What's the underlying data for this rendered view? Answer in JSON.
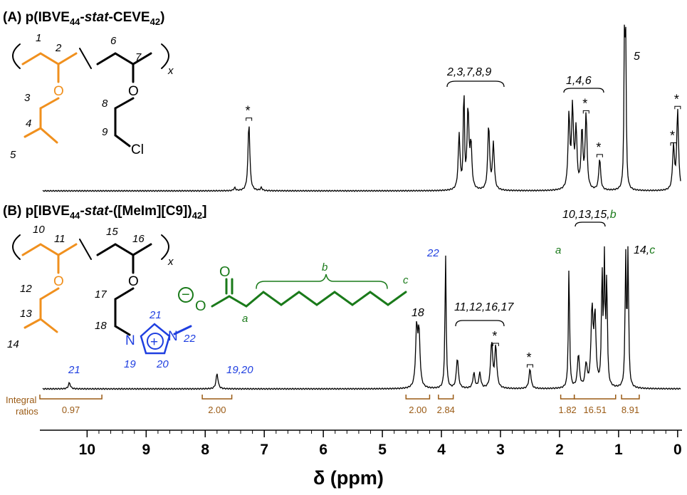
{
  "chart_data": [
    {
      "type": "line",
      "panel_title": "(A) p(IBVE44-stat-CEVE42)",
      "panel_title_parts": {
        "prefix": "(A) p(IBVE",
        "sub1": "44",
        "dash1": "-",
        "stat": "stat",
        "dash2": "-CEVE",
        "sub2": "42",
        "suffix": ")"
      },
      "structure_labels": [
        "1",
        "2",
        "3",
        "4",
        "5",
        "6",
        "7",
        "8",
        "9",
        "x"
      ],
      "atoms": {
        "o1": "O",
        "o2": "O",
        "cl": "Cl"
      },
      "peak_labels": [
        {
          "text": "2,3,7,8,9",
          "ppm": 3.4
        },
        {
          "text": "1,4,6",
          "ppm": 1.6
        },
        {
          "text": "5",
          "ppm": 0.88
        }
      ],
      "impurity_marker": "*",
      "impurity_ppm": [
        7.26,
        1.55,
        1.32,
        0.07,
        0.0
      ],
      "peaks": [
        {
          "ppm": 7.26,
          "height": 0.47
        },
        {
          "ppm": 7.5,
          "height": 0.02
        },
        {
          "ppm": 7.05,
          "height": 0.02
        },
        {
          "ppm": 3.62,
          "height": 0.72
        },
        {
          "ppm": 3.55,
          "height": 0.55
        },
        {
          "ppm": 3.7,
          "height": 0.38
        },
        {
          "ppm": 3.5,
          "height": 0.3
        },
        {
          "ppm": 3.2,
          "height": 0.45
        },
        {
          "ppm": 3.12,
          "height": 0.32
        },
        {
          "ppm": 1.84,
          "height": 0.5
        },
        {
          "ppm": 1.78,
          "height": 0.55
        },
        {
          "ppm": 1.72,
          "height": 0.4
        },
        {
          "ppm": 1.62,
          "height": 0.4
        },
        {
          "ppm": 1.55,
          "height": 0.52
        },
        {
          "ppm": 1.32,
          "height": 0.22
        },
        {
          "ppm": 0.9,
          "height": 1.0
        },
        {
          "ppm": 0.88,
          "height": 0.95
        },
        {
          "ppm": 0.07,
          "height": 0.3
        },
        {
          "ppm": 0.0,
          "height": 0.55
        }
      ]
    },
    {
      "type": "line",
      "panel_title": "(B) p[IBVE44-stat-([MeIm][C9])42]",
      "panel_title_parts": {
        "prefix": "(B) p[IBVE",
        "sub1": "44",
        "dash1": "-",
        "stat": "stat",
        "dash2": "-([MeIm][C9])",
        "sub2": "42",
        "suffix": "]"
      },
      "structure_labels": [
        "10",
        "11",
        "12",
        "13",
        "14",
        "15",
        "16",
        "17",
        "18",
        "x"
      ],
      "imidazolium_labels": [
        "21",
        "22",
        "19",
        "20"
      ],
      "anion_labels": [
        "a",
        "b",
        "c"
      ],
      "atoms": {
        "o1": "O",
        "o2": "O",
        "n1": "N",
        "n2": "N",
        "plus": "+",
        "minus": "−",
        "o_keto": "O",
        "o_anion": "O"
      },
      "peak_labels": [
        {
          "text": "21",
          "ppm": 10.3,
          "color": "blue"
        },
        {
          "text": "19,20",
          "ppm": 7.8,
          "color": "blue"
        },
        {
          "text": "18",
          "ppm": 4.4,
          "color": "black"
        },
        {
          "text": "22",
          "ppm": 3.93,
          "color": "blue"
        },
        {
          "text": "11,12,16,17",
          "ppm": 3.4,
          "color": "black"
        },
        {
          "text": "a",
          "ppm": 1.84,
          "color": "green"
        },
        {
          "text": "10,13,15,",
          "ppm": 1.5,
          "color": "black"
        },
        {
          "text": "b",
          "ppm": 1.5,
          "color": "green"
        },
        {
          "text": "14,",
          "ppm": 0.85,
          "color": "black"
        },
        {
          "text": "c",
          "ppm": 0.85,
          "color": "green"
        }
      ],
      "impurity_marker": "*",
      "impurity_ppm": [
        3.08,
        2.5
      ],
      "integrals": [
        {
          "value": "0.97",
          "from_ppm": 10.8,
          "to_ppm": 9.75
        },
        {
          "value": "2.00",
          "from_ppm": 8.05,
          "to_ppm": 7.55
        },
        {
          "value": "2.00",
          "from_ppm": 4.6,
          "to_ppm": 4.2
        },
        {
          "value": "2.84",
          "from_ppm": 4.05,
          "to_ppm": 3.8
        },
        {
          "value": "1.82",
          "from_ppm": 1.98,
          "to_ppm": 1.75
        },
        {
          "value": "16.51",
          "from_ppm": 1.75,
          "to_ppm": 1.05
        },
        {
          "value": "8.91",
          "from_ppm": 0.95,
          "to_ppm": 0.65
        }
      ],
      "integral_title": [
        "Integral",
        "ratios"
      ],
      "peaks": [
        {
          "ppm": 10.3,
          "height": 0.04
        },
        {
          "ppm": 7.8,
          "height": 0.1
        },
        {
          "ppm": 4.42,
          "height": 0.38
        },
        {
          "ppm": 4.38,
          "height": 0.35
        },
        {
          "ppm": 3.93,
          "height": 0.88
        },
        {
          "ppm": 3.73,
          "height": 0.2
        },
        {
          "ppm": 3.45,
          "height": 0.1
        },
        {
          "ppm": 3.35,
          "height": 0.1
        },
        {
          "ppm": 3.15,
          "height": 0.3
        },
        {
          "ppm": 3.08,
          "height": 0.27
        },
        {
          "ppm": 2.5,
          "height": 0.13
        },
        {
          "ppm": 1.84,
          "height": 0.8
        },
        {
          "ppm": 1.68,
          "height": 0.22
        },
        {
          "ppm": 1.55,
          "height": 0.15
        },
        {
          "ppm": 1.45,
          "height": 0.5
        },
        {
          "ppm": 1.4,
          "height": 0.45
        },
        {
          "ppm": 1.28,
          "height": 0.75
        },
        {
          "ppm": 1.24,
          "height": 0.8
        },
        {
          "ppm": 1.2,
          "height": 0.7
        },
        {
          "ppm": 0.88,
          "height": 0.85
        },
        {
          "ppm": 0.84,
          "height": 0.88
        }
      ]
    }
  ],
  "axis": {
    "xlabel": "δ (ppm)",
    "xlim": [
      10.8,
      -0.05
    ],
    "ticks": [
      "10",
      "9",
      "8",
      "7",
      "6",
      "5",
      "4",
      "3",
      "2",
      "1",
      "0"
    ],
    "reversed": true
  },
  "colors": {
    "spectrum": "#000000",
    "ibve": "#f0901e",
    "imidazolium": "#1f3fe0",
    "anion": "#1a7a1a",
    "integral": "#9a5a14"
  }
}
